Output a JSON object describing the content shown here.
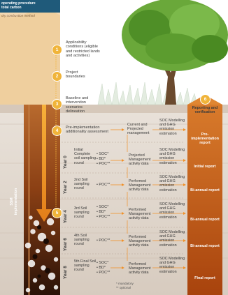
{
  "header": {
    "line1": "operating procedure",
    "line2": "total carbon",
    "line3": "dry combustion method"
  },
  "steps": [
    {
      "number": "1",
      "label": "Applicability conditions (eligible and restricted lands and activities)"
    },
    {
      "number": "2",
      "label": "Project boundaries"
    },
    {
      "number": "3",
      "label": "Baseline and intervention scenarios delineation"
    },
    {
      "number": "4",
      "label": "Pre-implementation additionality assessment"
    },
    {
      "number": "5",
      "label": ""
    },
    {
      "number": "6",
      "label": "Reporting and verification"
    }
  ],
  "ssm_label": "SSM implementation",
  "years": [
    "Year 0",
    "Year 2",
    "Year 4",
    "Year 6",
    "Year 8"
  ],
  "rows": [
    {
      "sampling": "",
      "measures": [],
      "management": "Current and Projected management",
      "modelling": "SOC Modelling and GHG emission estimation",
      "report": "Pre-implementation report"
    },
    {
      "sampling": "Initial Complete soil sampling round",
      "measures": [
        "• SOC*",
        "• BD*",
        "• POC**"
      ],
      "management": "Projected Management activity data",
      "modelling": "SOC Modelling and GHG emission estimation",
      "report": "Initial report"
    },
    {
      "sampling": "2nd Soil sampling round",
      "measures": [
        "• POC**"
      ],
      "management": "Performed Management activity data",
      "modelling": "SOC Modelling and GHG emission estimation",
      "report": "Bi-annual report"
    },
    {
      "sampling": "3rd Soil sampling round",
      "measures": [
        "• SOC*",
        "• BD*",
        "• POC**"
      ],
      "management": "Performed Management activity data",
      "modelling": "SOC Modelling and GHG emission estimation",
      "report": "Bi-annual report"
    },
    {
      "sampling": "4th Soil sampling round",
      "measures": [
        "• POC**"
      ],
      "management": "Performed Management activity data",
      "modelling": "SOC Modelling and GHG emission estimation",
      "report": "Bi-annual report"
    },
    {
      "sampling": "5th Final Soil sampling round",
      "measures": [
        "• SOC*",
        "• BD*",
        "• POC**"
      ],
      "management": "Performed Management activity data",
      "modelling": "SOC Modelling and GHG emission estimation",
      "report": "Final report"
    }
  ],
  "footnote": {
    "mandatory": "* mandatory",
    "optional": "** optional"
  },
  "colors": {
    "soil_light": "#ece4dc",
    "soil_dark": "#c9b9aa",
    "column_brown": "#a4541f",
    "column_dark": "#3a1d0c",
    "arrow_orange": "#f0912a",
    "step_yellow": "#f0b43a",
    "report_column": "#c55a13",
    "leaf_green": "#5aa02c",
    "sky_white": "#ffffff"
  }
}
